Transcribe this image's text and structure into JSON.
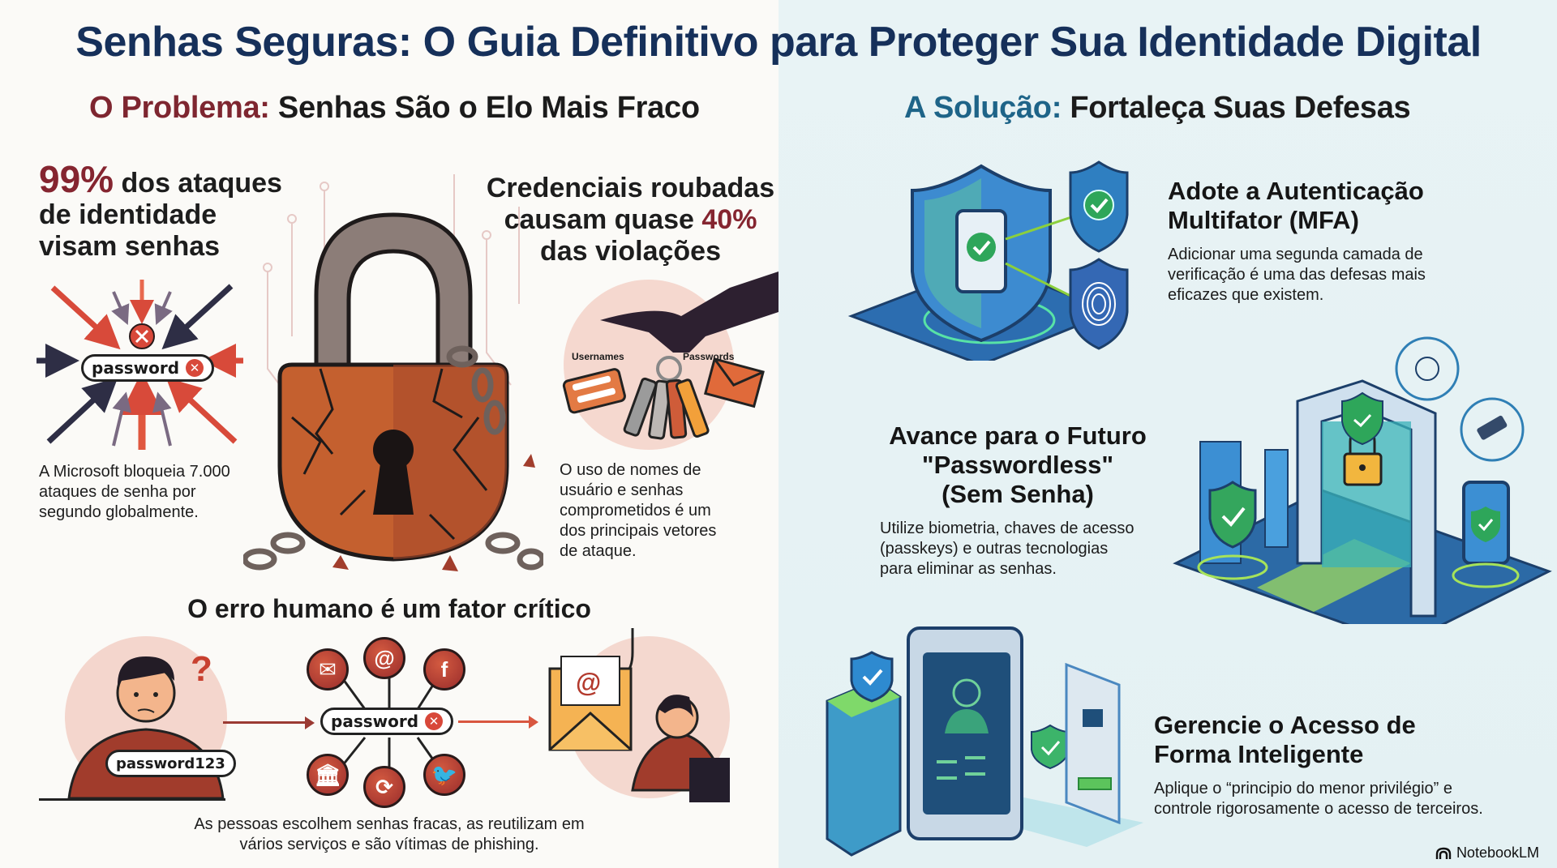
{
  "title": "Senhas Seguras: O Guia Definitivo para Proteger Sua Identidade Digital",
  "colors": {
    "title_navy": "#16305a",
    "problem_red": "#7e2630",
    "solution_blue": "#1e6488",
    "left_bg": "#fbfaf7",
    "right_bg": "#e6f2f4",
    "icon_red": "#b3402f",
    "shield_green": "#3cb46a",
    "shield_blue": "#2f7fc1"
  },
  "problem": {
    "label": "O Problema:",
    "title": "Senhas São o Elo Mais Fraco",
    "stat1": {
      "value": "99%",
      "heading_rest_1": "dos ataques",
      "heading_line2": "de identidade",
      "heading_line3": "visam senhas",
      "illustration_field": "password",
      "body": [
        "A Microsoft bloqueia 7.000",
        "ataques de senha por",
        "segundo globalmente."
      ]
    },
    "center_illustration": "broken-padlock-with-chains",
    "stat2": {
      "heading_line1": "Credenciais roubadas",
      "heading_line2_pre": "causam quase",
      "value": "40%",
      "heading_line3": "das violações",
      "label_usernames": "Usernames",
      "label_passwords": "Passwords",
      "body": [
        "O uso de nomes de",
        "usuário e senhas",
        "comprometidos é um",
        "dos principais vetores",
        "de ataque."
      ]
    },
    "human_error": {
      "title": "O erro humano é um fator crítico",
      "person_field": "password123",
      "shared_field": "password",
      "service_icons": [
        "mail",
        "at-sign",
        "facebook",
        "bank",
        "sync",
        "twitter"
      ],
      "body": [
        "As pessoas escolhem senhas fracas, as reutilizam em",
        "vários serviços e são vítimas de phishing."
      ]
    }
  },
  "solution": {
    "label": "A Solução:",
    "title": "Fortaleça Suas Defesas",
    "items": [
      {
        "heading": [
          "Adote a Autenticação",
          "Multifator (MFA)"
        ],
        "body": [
          "Adicionar uma segunda camada de",
          "verificação é uma das defesas mais",
          "eficazes que existem."
        ]
      },
      {
        "heading": [
          "Avance para o Futuro",
          "\"Passwordless\"",
          "(Sem Senha)"
        ],
        "body": [
          "Utilize biometria, chaves de acesso",
          "(passkeys) e outras tecnologias",
          "para eliminar as senhas."
        ]
      },
      {
        "heading": [
          "Gerencie o Acesso de",
          "Forma Inteligente"
        ],
        "body": [
          "Aplique o “principio do menor privilégio” e",
          "controle rigorosamente o acesso de terceiros."
        ]
      }
    ]
  },
  "footer": {
    "brand": "NotebookLM"
  }
}
